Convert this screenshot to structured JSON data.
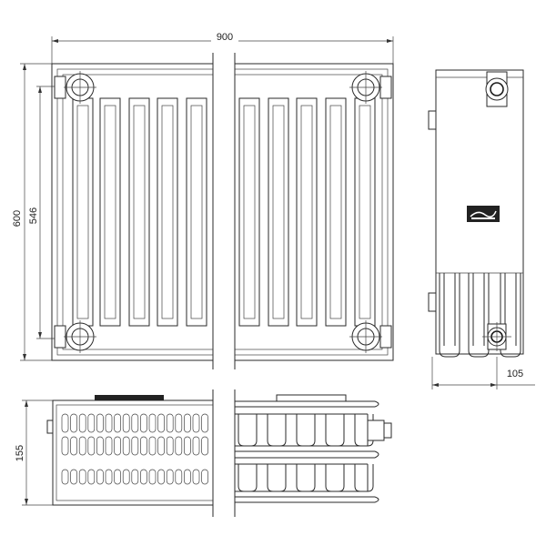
{
  "dimensions": {
    "width_label": "900",
    "height_label": "600",
    "center_distance_label": "546",
    "depth_label": "105",
    "panel_height_label": "155"
  },
  "colors": {
    "stroke": "#2a2a2a",
    "background": "#ffffff"
  },
  "views": {
    "front": {
      "icon": "radiator-front-view"
    },
    "side": {
      "icon": "radiator-side-view",
      "logo": "brand-logo-badge"
    },
    "top": {
      "icon": "radiator-top-view"
    }
  }
}
